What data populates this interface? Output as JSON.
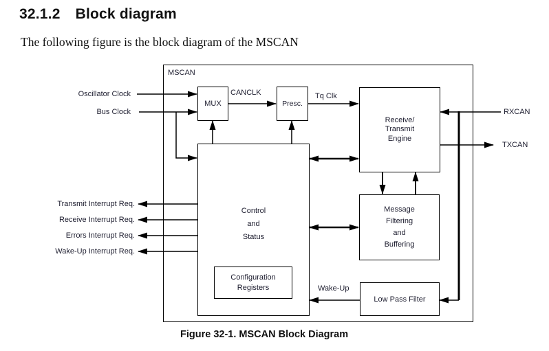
{
  "page": {
    "section_number": "32.1.2",
    "section_title": "Block diagram",
    "intro_text": "The following figure is the block diagram of the MSCAN",
    "figure_caption": "Figure 32-1. MSCAN Block Diagram"
  },
  "diagram": {
    "container_label": "MSCAN",
    "blocks": {
      "mux": "MUX",
      "prescaler": "Presc.",
      "rx_tx_engine": [
        "Receive/",
        "Transmit",
        "Engine"
      ],
      "control_status": [
        "Control",
        "and",
        "Status"
      ],
      "config_registers": [
        "Configuration",
        "Registers"
      ],
      "message_filtering": [
        "Message",
        "Filtering",
        "and",
        "Buffering"
      ],
      "low_pass_filter": "Low Pass Filter"
    },
    "signals": {
      "oscillator_clock": "Oscillator Clock",
      "bus_clock": "Bus Clock",
      "canclk": "CANCLK",
      "tq_clk": "Tq Clk",
      "rxcan": "RXCAN",
      "txcan": "TXCAN",
      "wake_up": "Wake-Up",
      "transmit_irq": "Transmit Interrupt Req.",
      "receive_irq": "Receive Interrupt Req.",
      "errors_irq": "Errors Interrupt Req.",
      "wake_up_irq": "Wake-Up Interrupt Req."
    },
    "colors": {
      "line": "#000000",
      "text": "#1c1c2e",
      "background": "#ffffff"
    }
  }
}
